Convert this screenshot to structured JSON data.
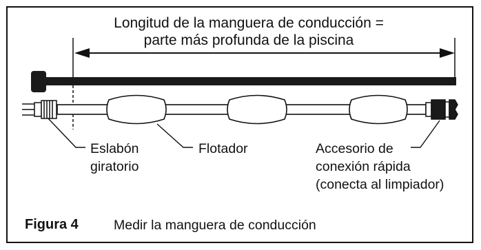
{
  "diagram": {
    "title_line1": "Longitud de la manguera de conducción =",
    "title_line2": "parte más profunda de la piscina",
    "labels": {
      "swivel_line1": "Eslabón",
      "swivel_line2": "giratorio",
      "float": "Flotador",
      "connector_line1": "Accesorio de",
      "connector_line2": "conexión rápida",
      "connector_line3": "(conecta al limpiador)"
    }
  },
  "caption": {
    "number": "Figura 4",
    "text": "Medir la manguera de conducción"
  },
  "colors": {
    "ink": "#111111",
    "measuring_bar": "#1a1a1a",
    "background": "#ffffff"
  }
}
